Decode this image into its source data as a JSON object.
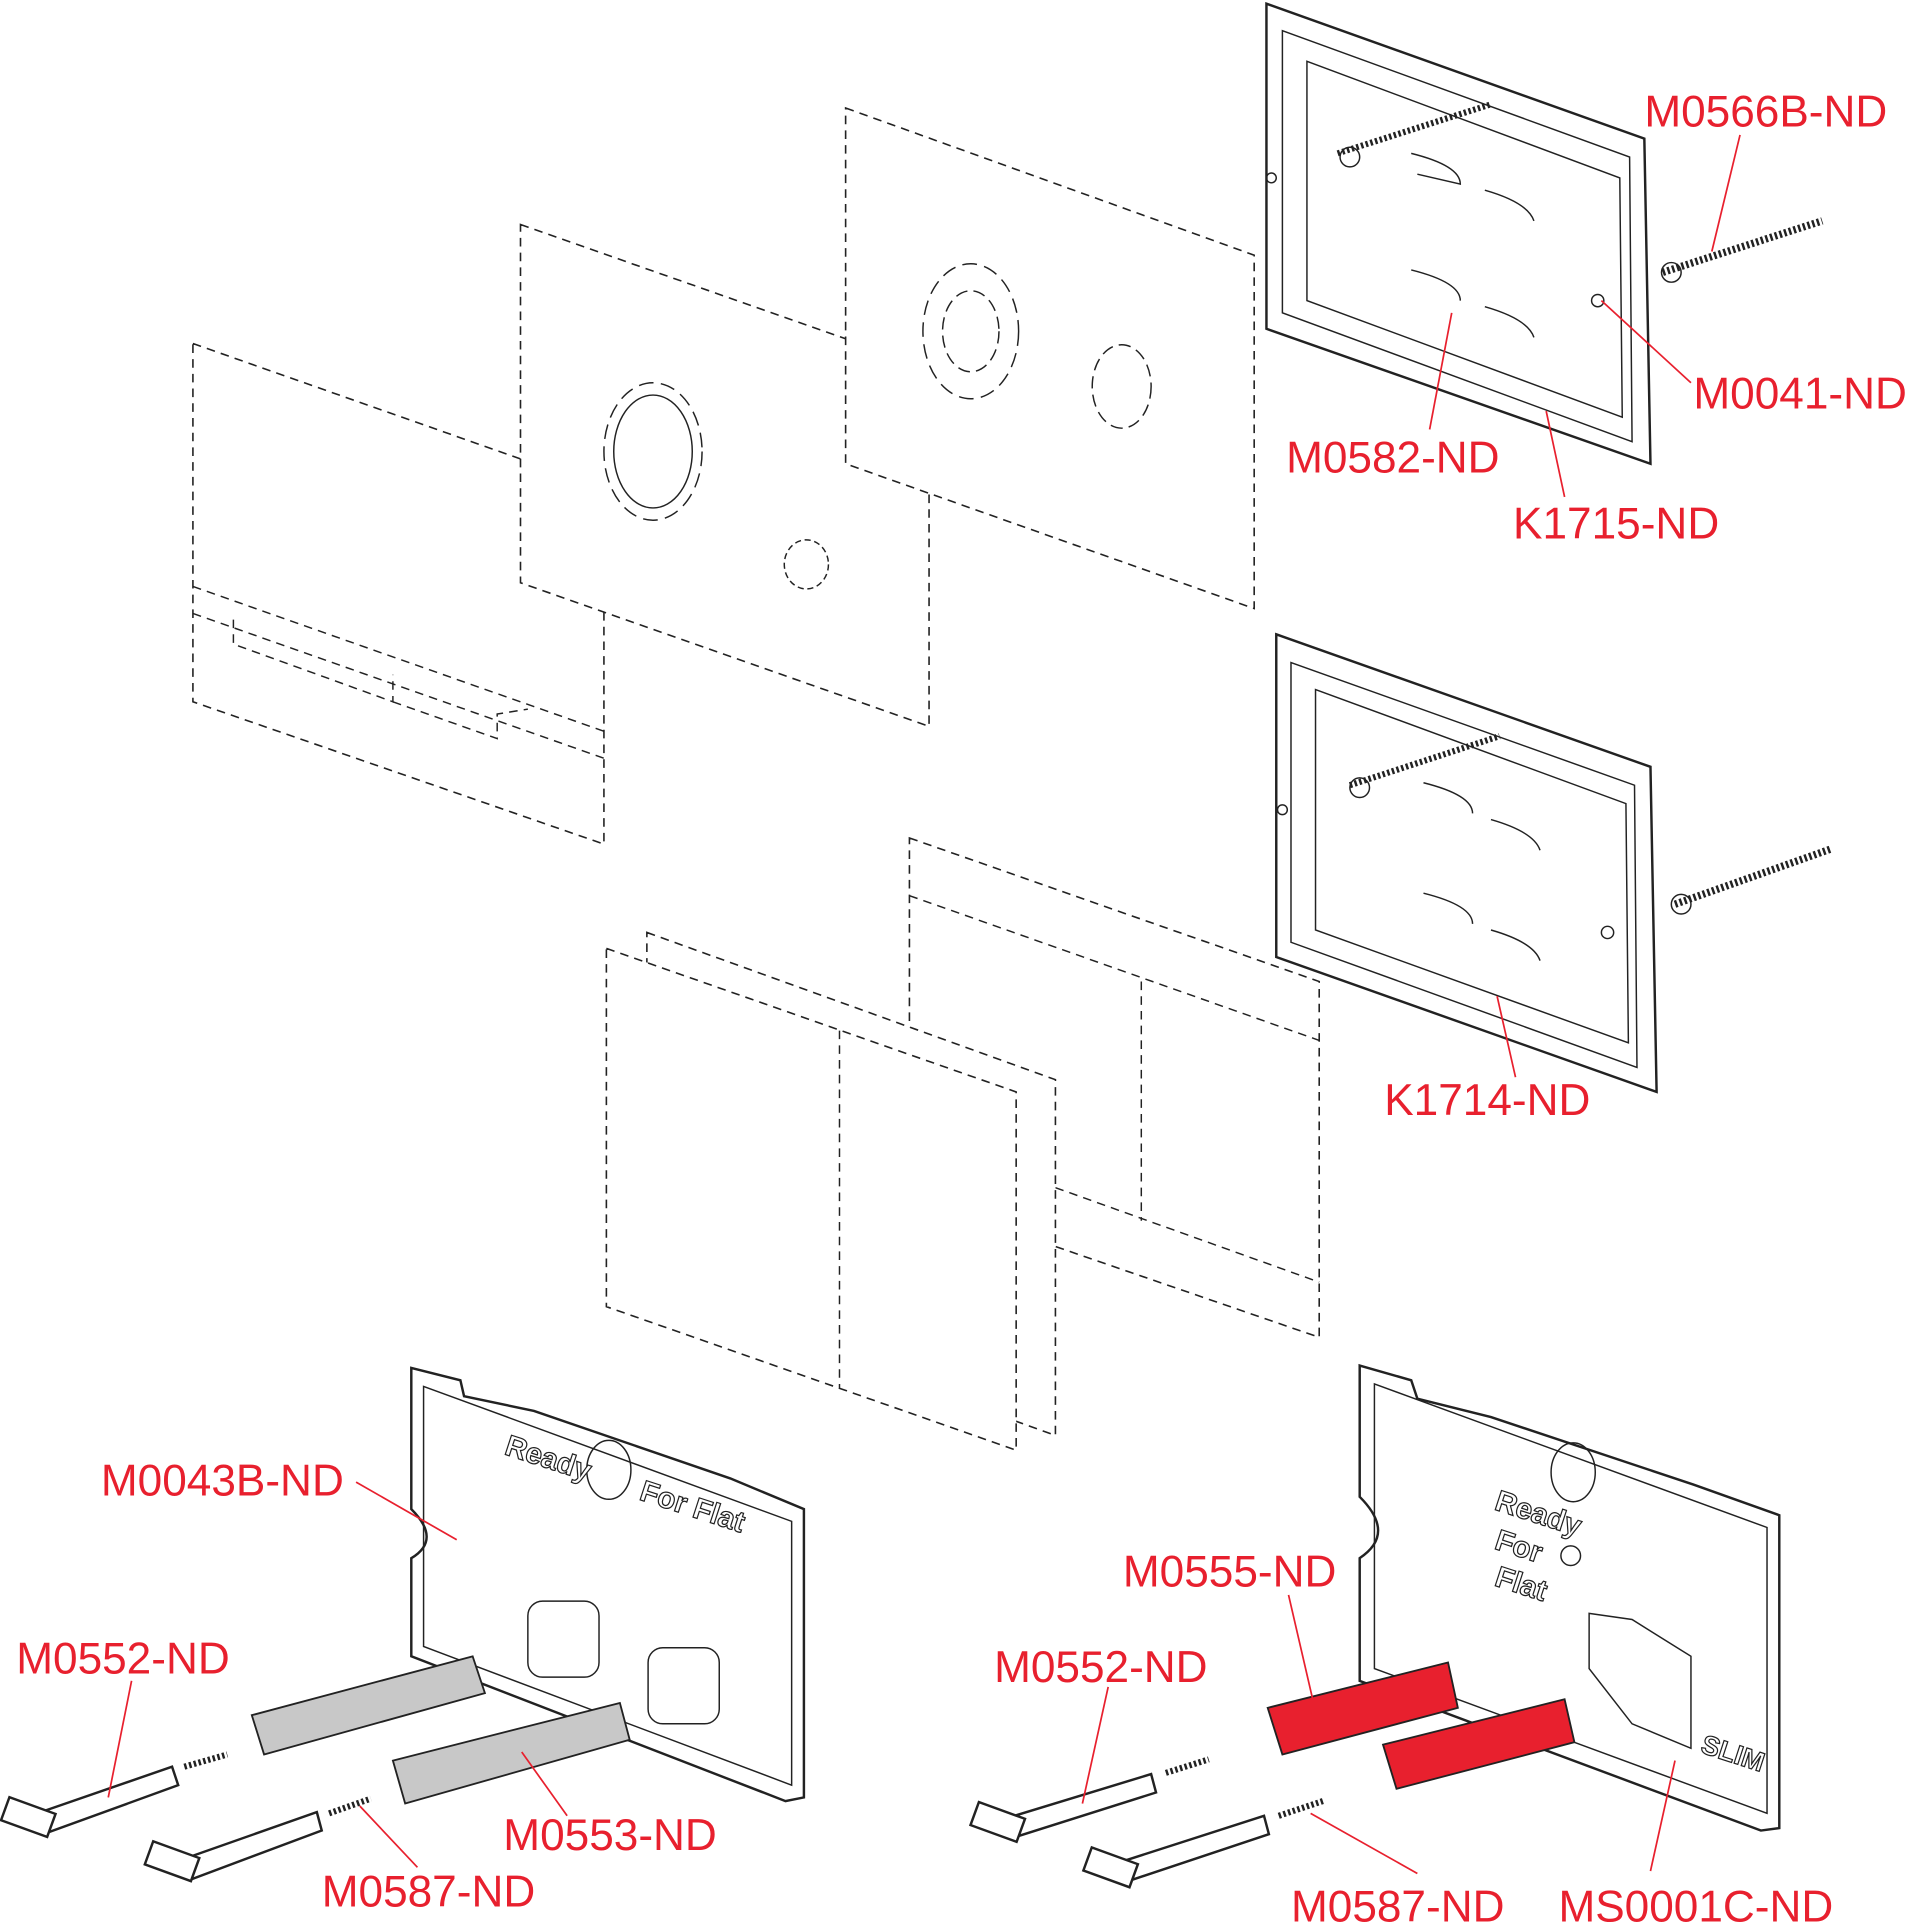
{
  "labels": {
    "m0566b": "M0566B-ND",
    "m0041": "M0041-ND",
    "m0582": "M0582-ND",
    "k1715": "K1715-ND",
    "k1714": "K1714-ND",
    "m0043b": "M0043B-ND",
    "m0552_left": "M0552-ND",
    "m0553": "M0553-ND",
    "m0587_left": "M0587-ND",
    "m0555": "M0555-ND",
    "m0552_right": "M0552-ND",
    "m0587_right": "M0587-ND",
    "ms0001c": "MS0001C-ND"
  },
  "embossed": {
    "left_ready": "Ready",
    "left_for_flat": "For Flat",
    "right_ready": "Ready",
    "right_for": "For",
    "right_flat": "Flat",
    "right_slim": "SLIM"
  },
  "colors": {
    "label": "#e8202e",
    "highlight_part": "#e8202e",
    "grey_part": "#c8c8c8"
  }
}
